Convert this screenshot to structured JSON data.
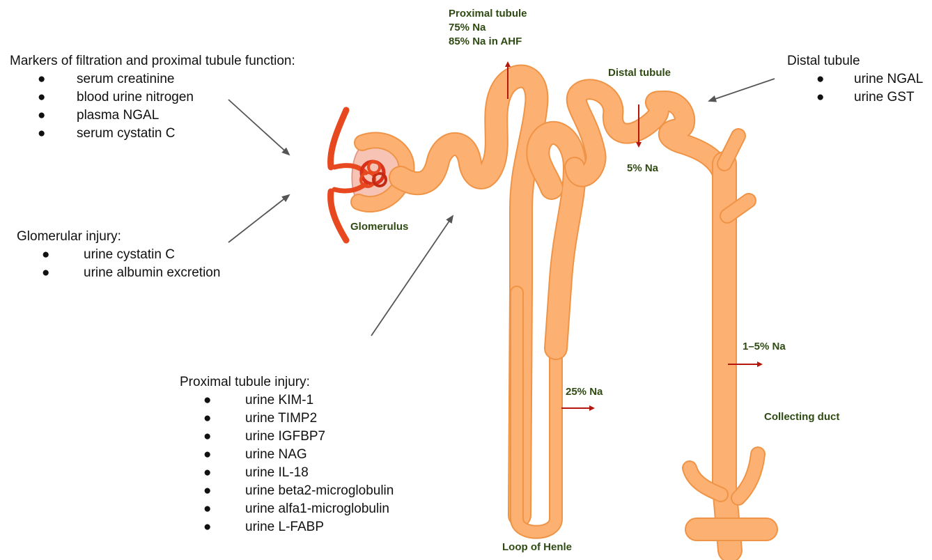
{
  "marker_groups": {
    "filtration": {
      "heading": "Markers of filtration and proximal tubule function:",
      "items": [
        "serum creatinine",
        "blood urine nitrogen",
        "plasma NGAL",
        "serum cystatin C"
      ]
    },
    "glomerular": {
      "heading": "Glomerular injury:",
      "items": [
        "urine cystatin C",
        "urine albumin excretion"
      ]
    },
    "proximal_injury": {
      "heading": "Proximal tubule injury:",
      "items": [
        "urine KIM-1",
        "urine TIMP2",
        "urine IGFBP7",
        "urine NAG",
        "urine IL-18",
        "urine beta2-microglobulin",
        "urine alfa1-microglobulin",
        "urine L-FABP"
      ]
    },
    "distal": {
      "heading": "Distal tubule",
      "items": [
        "urine NGAL",
        "urine GST"
      ]
    }
  },
  "anatomy_labels": {
    "proximal_tubule": {
      "title": "Proximal tubule",
      "line1": "75% Na",
      "line2": "85% Na in AHF"
    },
    "distal_tubule": "Distal tubule",
    "distal_na": "5% Na",
    "glomerulus": "Glomerulus",
    "loop_na": "25% Na",
    "collecting_na": "1–5% Na",
    "collecting_duct": "Collecting duct",
    "loop_of_henle": "Loop of Henle"
  },
  "bullet_symbol": "●",
  "colors": {
    "tubule_fill": "#fcb071",
    "tubule_outline": "#ef9447",
    "tubule_highlight": "#ffd1a4",
    "glomerulus_vessel": "#e8481f",
    "capsule": "#f7c3b5",
    "arrow_red": "#b3170e",
    "pointer_gray": "#555555",
    "label_green": "#2f4a12"
  }
}
